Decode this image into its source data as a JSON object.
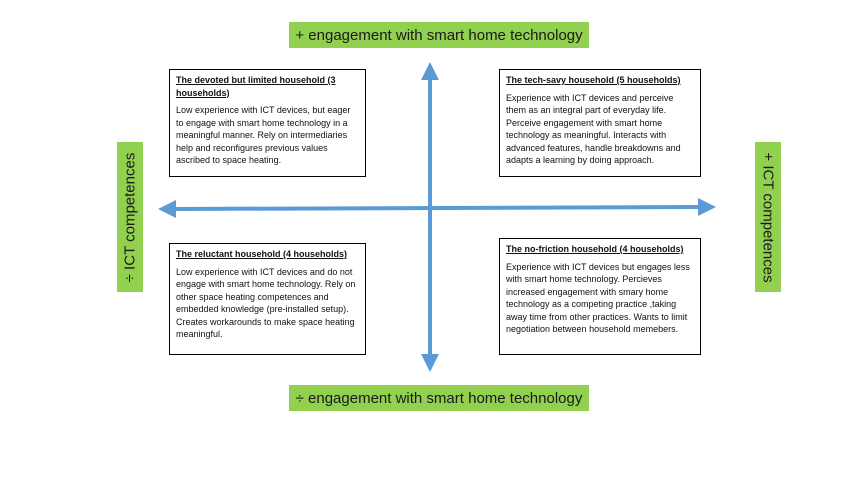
{
  "axes": {
    "top_label": "+ engagement with smart home technology",
    "bottom_label": "÷ engagement with smart home technology",
    "left_label": "÷ ICT competences",
    "right_label": "+ ICT competences",
    "label_bg_color": "#92d050",
    "arrow_color": "#5b9bd5"
  },
  "quadrants": {
    "top_left": {
      "title": "The devoted but limited household (3 households)",
      "body": "Low experience with ICT devices, but eager to engage with smart home technology in a meaningful manner. Rely on intermediaries help and reconfigures previous values ascribed to space heating."
    },
    "top_right": {
      "title": "The tech-savy household (5 households)",
      "body": "Experience with ICT devices and perceive them as an integral part of everyday life. Perceive engagement with smart home technology as meaningful. Interacts with advanced features, handle breakdowns and adapts a learning by doing approach."
    },
    "bottom_left": {
      "title": "The reluctant household (4 households)",
      "body": "Low experience with ICT devices and do not engage with smart home technology. Rely on other space heating competences and embedded knowledge (pre-installed setup). Creates workarounds to make space heating meaningful."
    },
    "bottom_right": {
      "title": "The no-friction household (4 households)",
      "body": " Experience with ICT devices but engages less with smart home technology. Percieves increased engagement with smary home technology as a competing practice ,taking away time from other practices. Wants to limit negotiation between household memebers."
    }
  }
}
